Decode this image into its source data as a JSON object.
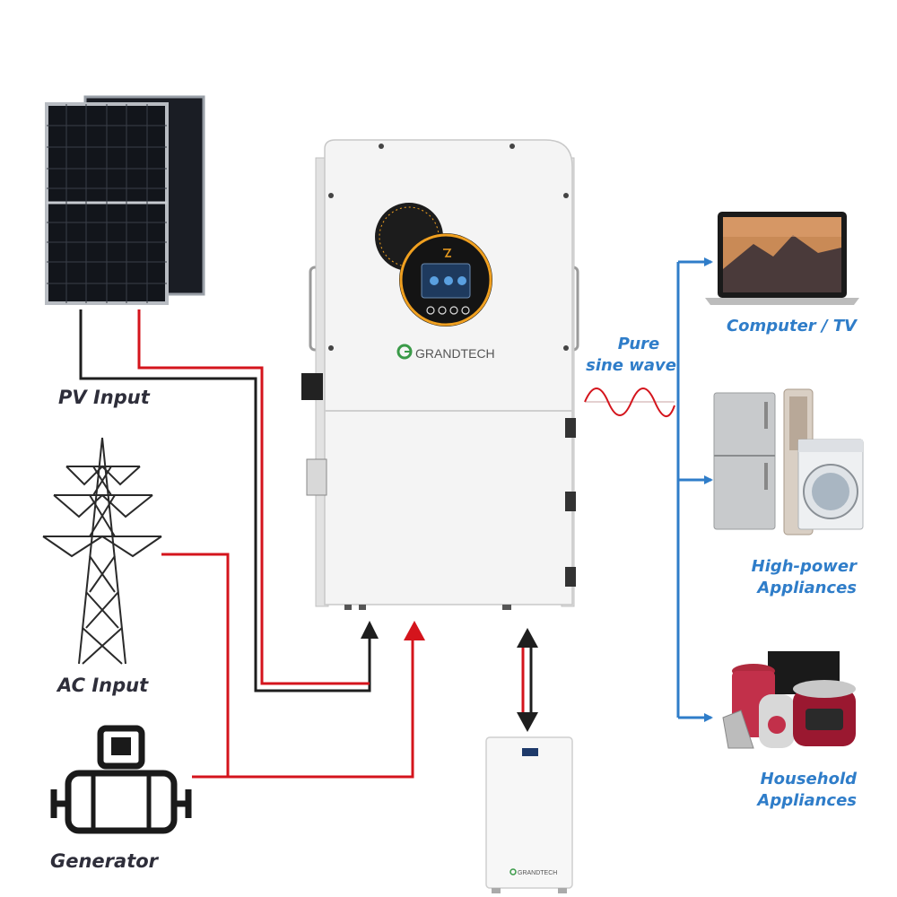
{
  "sources": {
    "pv_label": "PV Input",
    "ac_label": "AC Input",
    "generator_label": "Generator"
  },
  "inverter": {
    "brand": "GRANDTECH"
  },
  "battery": {
    "brand": "GRANDTECH"
  },
  "output": {
    "wave_line1": "Pure",
    "wave_line2": "sine wave",
    "computer_label": "Computer / TV",
    "high_power_line1": "High-power",
    "high_power_line2": "Appliances",
    "household_line1": "Household",
    "household_line2": "Appliances"
  },
  "colors": {
    "red_wire": "#d4141c",
    "black_wire": "#1e1e1e",
    "blue_arrow": "#2f7dc9",
    "brand_green": "#3a9a48",
    "display_orange": "#f0a020"
  },
  "icons": [
    "solar-panel-icon",
    "power-tower-icon",
    "generator-icon",
    "laptop-icon",
    "fridge-icon",
    "washing-machine-icon",
    "kitchen-appliances-icon"
  ]
}
